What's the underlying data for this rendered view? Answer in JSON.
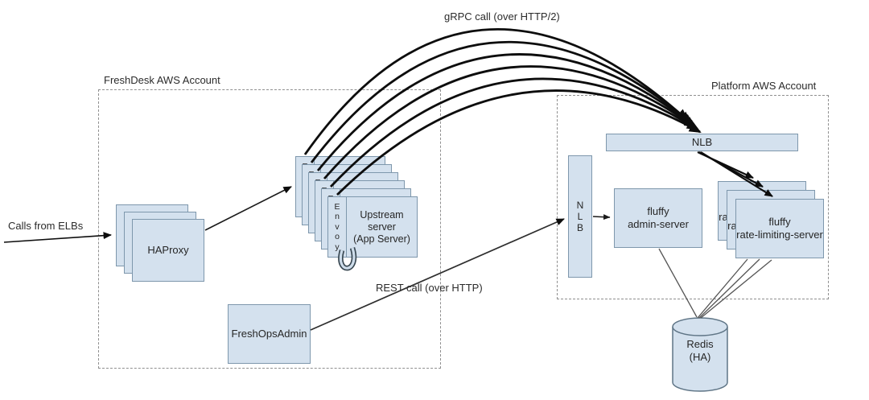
{
  "annotations": {
    "grpc_call": "gRPC call (over HTTP/2)",
    "rest_call": "REST call (over HTTP)",
    "calls_from_elbs": "Calls from ELBs"
  },
  "freshdesk": {
    "title": "FreshDesk AWS Account",
    "haproxy_label": "HAProxy",
    "envoy_letters": [
      "E",
      "n",
      "v",
      "o",
      "y"
    ],
    "upstream_lines": [
      "Upstream",
      "server",
      "(App Server)"
    ],
    "freshops_label": "FreshOpsAdmin"
  },
  "platform": {
    "title": "Platform AWS Account",
    "nlb_bar_label": "NLB",
    "nlb_letters": [
      "N",
      "L",
      "B"
    ],
    "admin_lines": [
      "fluffy",
      "admin-server"
    ],
    "ratelimit_lines": [
      "fluffy",
      "rate-limiting-server"
    ],
    "redis_lines": [
      "Redis",
      "(HA)"
    ]
  },
  "colors": {
    "box_fill": "#d4e1ee",
    "box_border": "#7e97ac",
    "arrow_black": "#0d0d0d",
    "thin_line": "#3a3a3a",
    "redis_line": "#555555",
    "dashed_border": "#8f8f8f"
  }
}
